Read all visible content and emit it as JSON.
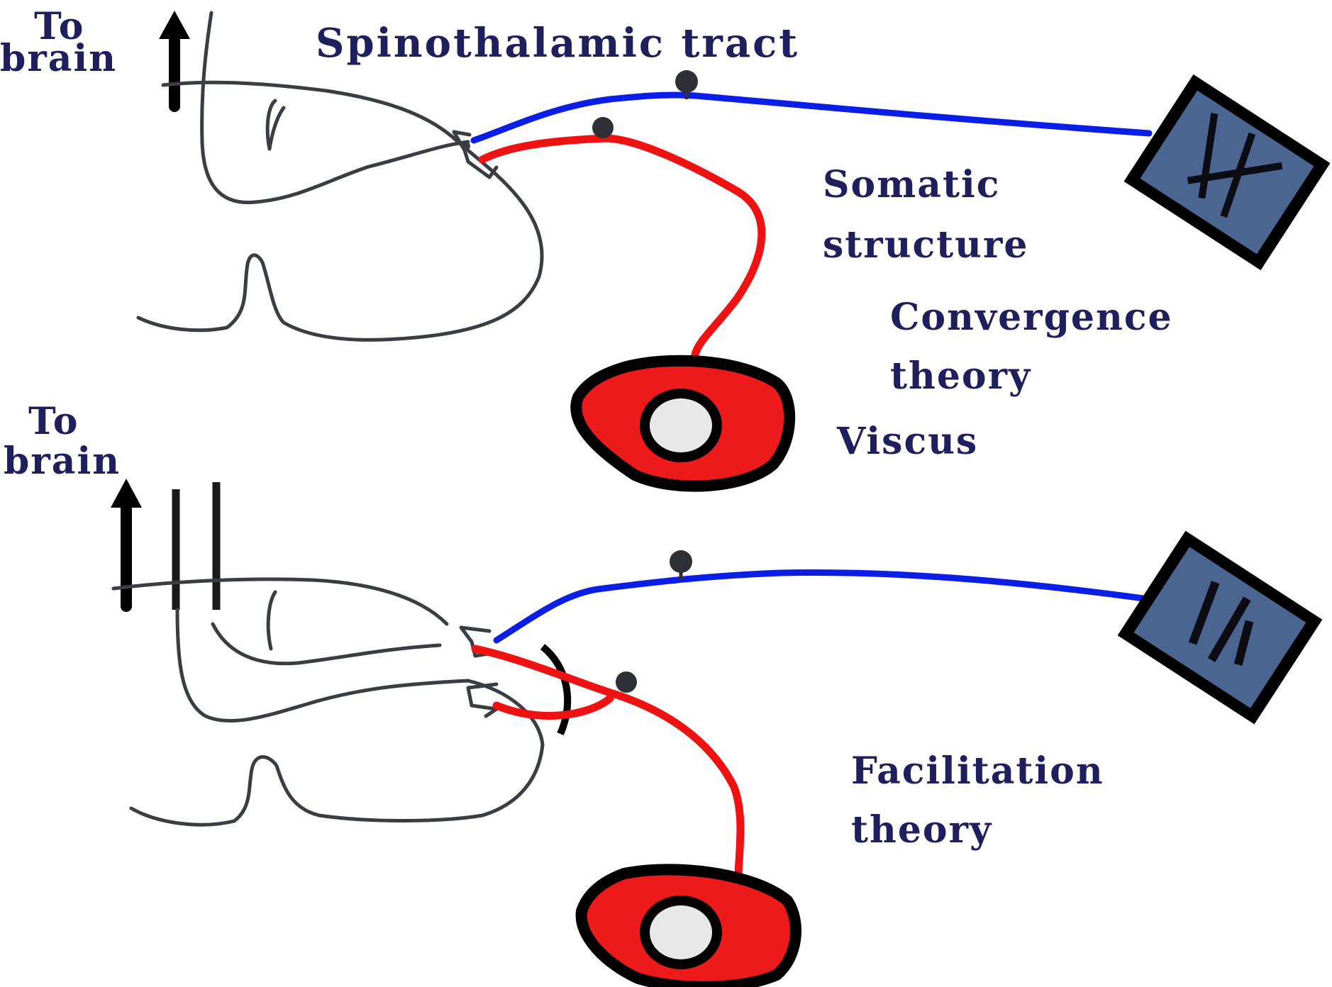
{
  "labels": {
    "top_to": "To",
    "top_brain": "brain",
    "spinothalamic": "Spinothalamic tract",
    "somatic_1": "Somatic",
    "somatic_2": "structure",
    "convergence_1": "Convergence",
    "convergence_2": "theory",
    "viscus": "Viscus",
    "bottom_to": "To",
    "bottom_brain": "brain",
    "facilitation_1": "Facilitation",
    "facilitation_2": "theory"
  },
  "colors": {
    "somatic_afferent": "#0b1ee6",
    "visceral_afferent": "#ee1212",
    "label_text": "#1e1f5c",
    "outline": "#3b3d44",
    "somatic_structure_fill": "#4a6590"
  }
}
